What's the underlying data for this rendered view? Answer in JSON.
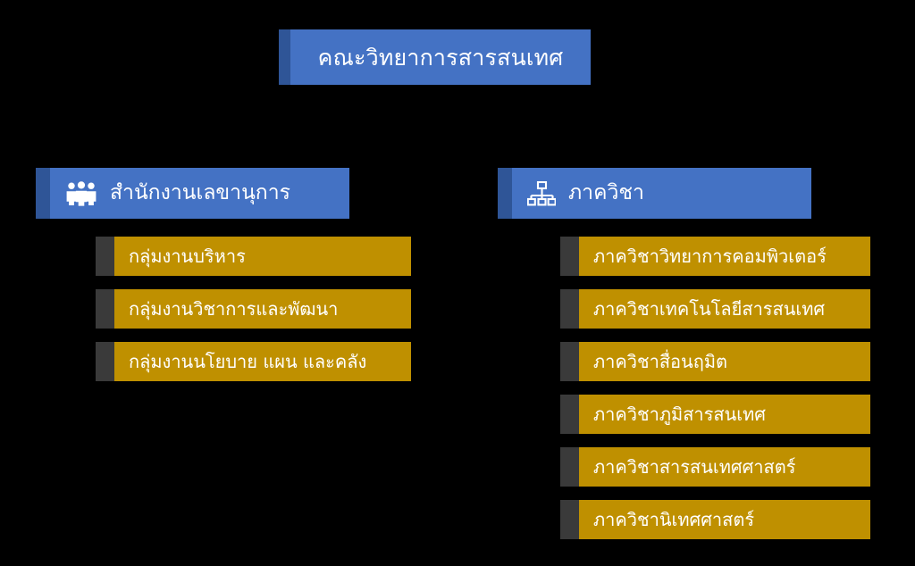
{
  "chart": {
    "type": "org-chart",
    "background_color": "#000000",
    "title_node": {
      "label": "คณะวิทยาการสารสนเทศ",
      "fill_color": "#4472C4",
      "accent_color": "#2F5597",
      "text_color": "#FFFFFF"
    },
    "branches": [
      {
        "id": "secretariat",
        "label": "สำนักงานเลขานุการ",
        "icon": "three-people-icon",
        "fill_color": "#4472C4",
        "accent_color": "#2F5597",
        "children": [
          {
            "label": "กลุ่มงานบริหาร"
          },
          {
            "label": "กลุ่มงานวิชาการและพัฒนา"
          },
          {
            "label": "กลุ่มงานนโยบาย แผน และคลัง"
          }
        ]
      },
      {
        "id": "departments",
        "label": "ภาควิชา",
        "icon": "hierarchy-icon",
        "fill_color": "#4472C4",
        "accent_color": "#2F5597",
        "children": [
          {
            "label": "ภาควิชาวิทยาการคอมพิวเตอร์"
          },
          {
            "label": "ภาควิชาเทคโนโลยีสารสนเทศ"
          },
          {
            "label": "ภาควิชาสื่อนฤมิต"
          },
          {
            "label": "ภาควิชาภูมิสารสนเทศ"
          },
          {
            "label": "ภาควิชาสารสนเทศศาสตร์"
          },
          {
            "label": "ภาควิชานิเทศศาสตร์"
          }
        ]
      }
    ],
    "leaf_style": {
      "fill_color": "#BF9000",
      "accent_color": "#3A3A3A",
      "text_color": "#FFFFFF"
    }
  }
}
